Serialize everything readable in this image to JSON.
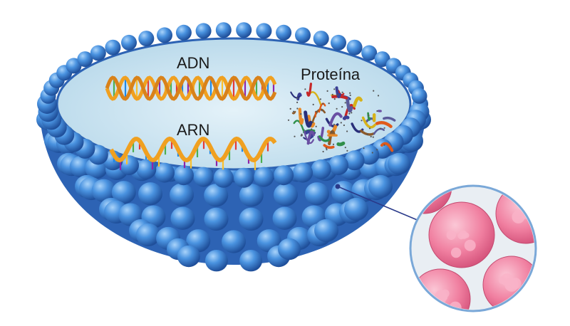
{
  "labels": {
    "dna": "ADN",
    "rna": "ARN",
    "protein": "Proteína"
  },
  "colors": {
    "membrane_dark": "#2a5fae",
    "membrane_mid": "#3d86d8",
    "membrane_light": "#7fb8f0",
    "lumen": "#cfe6f3",
    "helix_strand": "#f0a020",
    "helix_strand_dark": "#d9821a",
    "zoom_cell": "#f07fa0",
    "zoom_bg": "#e9eef3",
    "pointer": "#2a3a8a"
  },
  "icons": {
    "dna": "double-helix-icon",
    "rna": "single-helix-icon",
    "protein": "protein-ribbon-icon",
    "zoom": "magnified-membrane-icon"
  }
}
